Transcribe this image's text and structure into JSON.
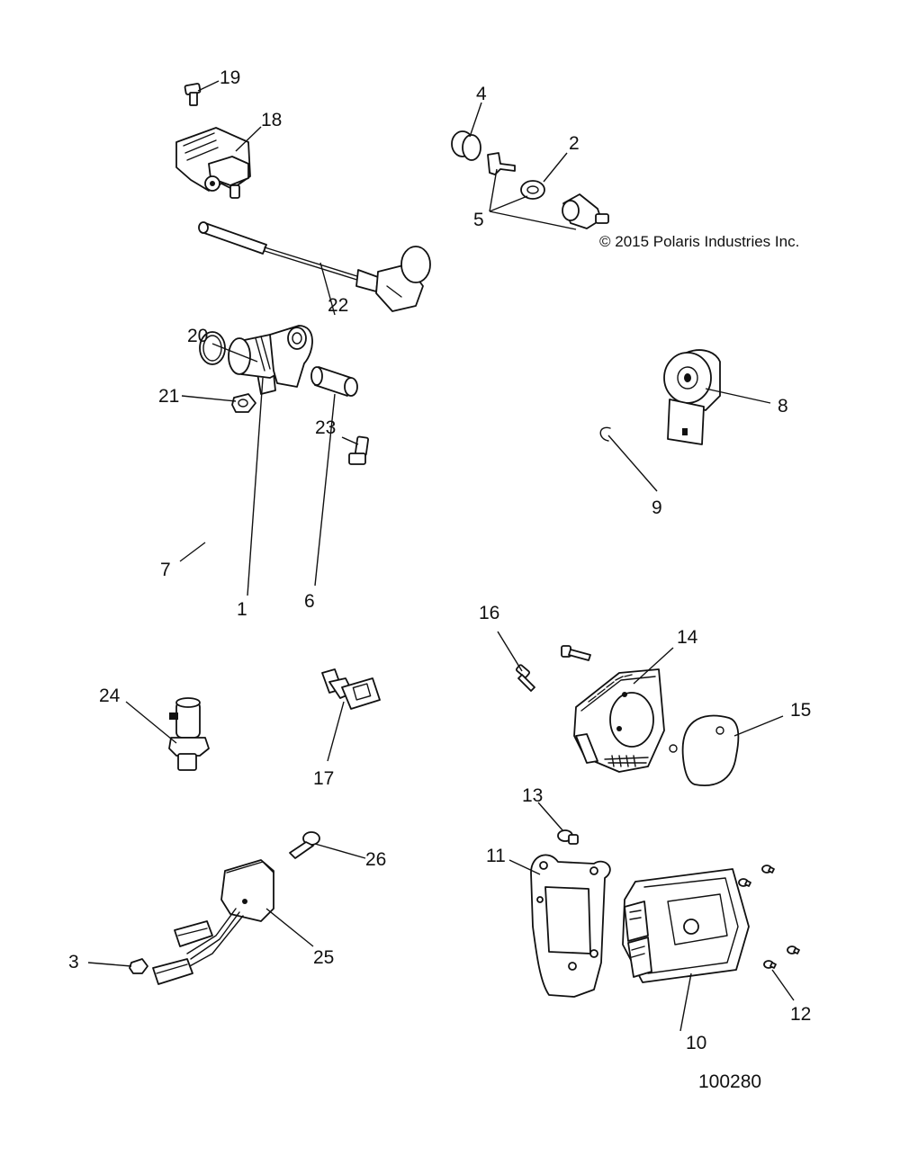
{
  "copyright": "© 2015 Polaris Industries Inc.",
  "diagram_id": "100280",
  "callouts": {
    "c1": "1",
    "c2": "2",
    "c3": "3",
    "c4": "4",
    "c5": "5",
    "c6": "6",
    "c7": "7",
    "c8": "8",
    "c9": "9",
    "c10": "10",
    "c11": "11",
    "c12": "12",
    "c13": "13",
    "c14": "14",
    "c15": "15",
    "c16": "16",
    "c17": "17",
    "c18": "18",
    "c19": "19",
    "c20": "20",
    "c21": "21",
    "c22": "22",
    "c23": "23",
    "c24": "24",
    "c25": "25",
    "c26": "26"
  }
}
